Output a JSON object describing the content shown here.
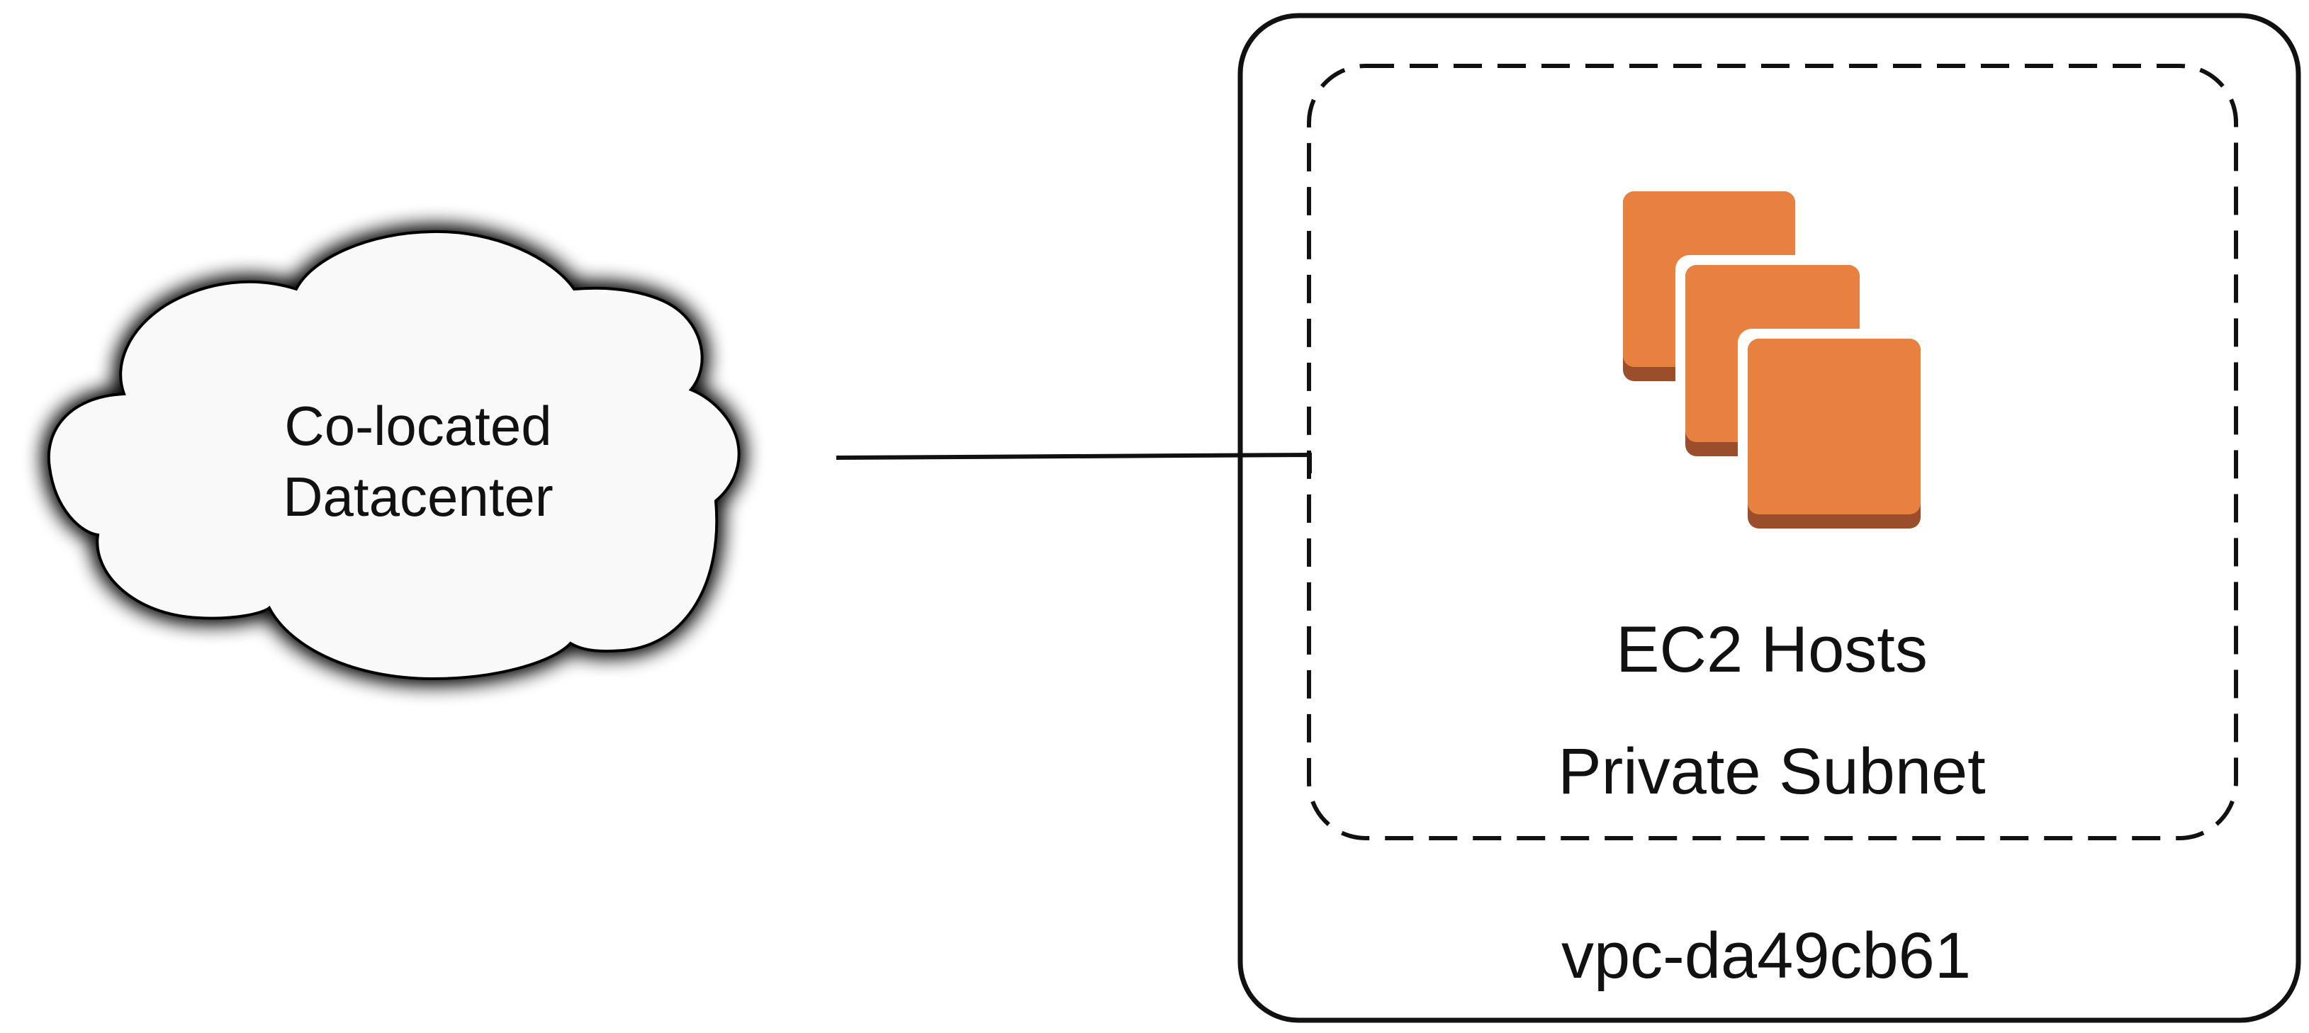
{
  "cloud": {
    "label_line1": "Co-located",
    "label_line2": "Datacenter",
    "icon": "cloud-icon"
  },
  "subnet": {
    "host_label": "EC2 Hosts",
    "subnet_label": "Private Subnet",
    "icon": "ec2-instances-icon"
  },
  "vpc": {
    "label": "vpc-da49cb61"
  },
  "colors": {
    "ec2_face": "#E8803F",
    "ec2_shadow": "#9B4E2C",
    "cloud_fill": "#F9F9F9",
    "border": "#111111"
  }
}
